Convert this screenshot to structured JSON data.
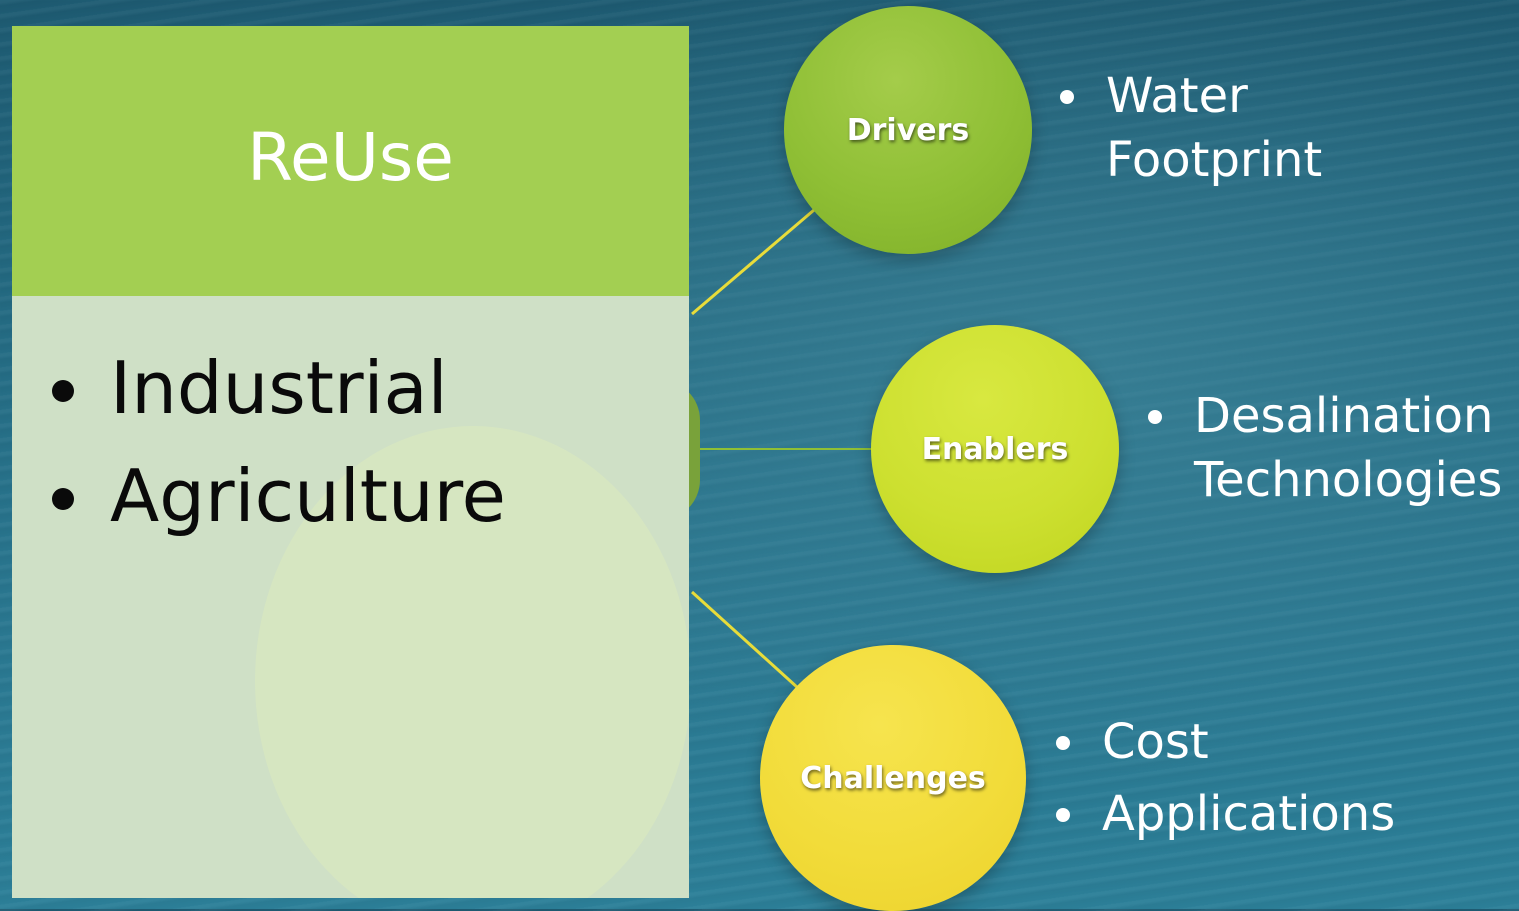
{
  "main_topic": {
    "title": "ReUse",
    "bullets": [
      "Industrial",
      "Agriculture"
    ]
  },
  "nodes": [
    {
      "label": "Drivers",
      "details": [
        "Water Footprint"
      ],
      "color": "#8fbf35"
    },
    {
      "label": "Enablers",
      "details": [
        "Desalination Technologies"
      ],
      "color": "#cde030"
    },
    {
      "label": "Challenges",
      "details": [
        "Cost",
        "Applications"
      ],
      "color": "#f2dc3a"
    }
  ],
  "colors": {
    "header": "#a3cf52",
    "body": "#cfe0c6",
    "connector": "#e8dc3a",
    "background": "#246b83"
  }
}
